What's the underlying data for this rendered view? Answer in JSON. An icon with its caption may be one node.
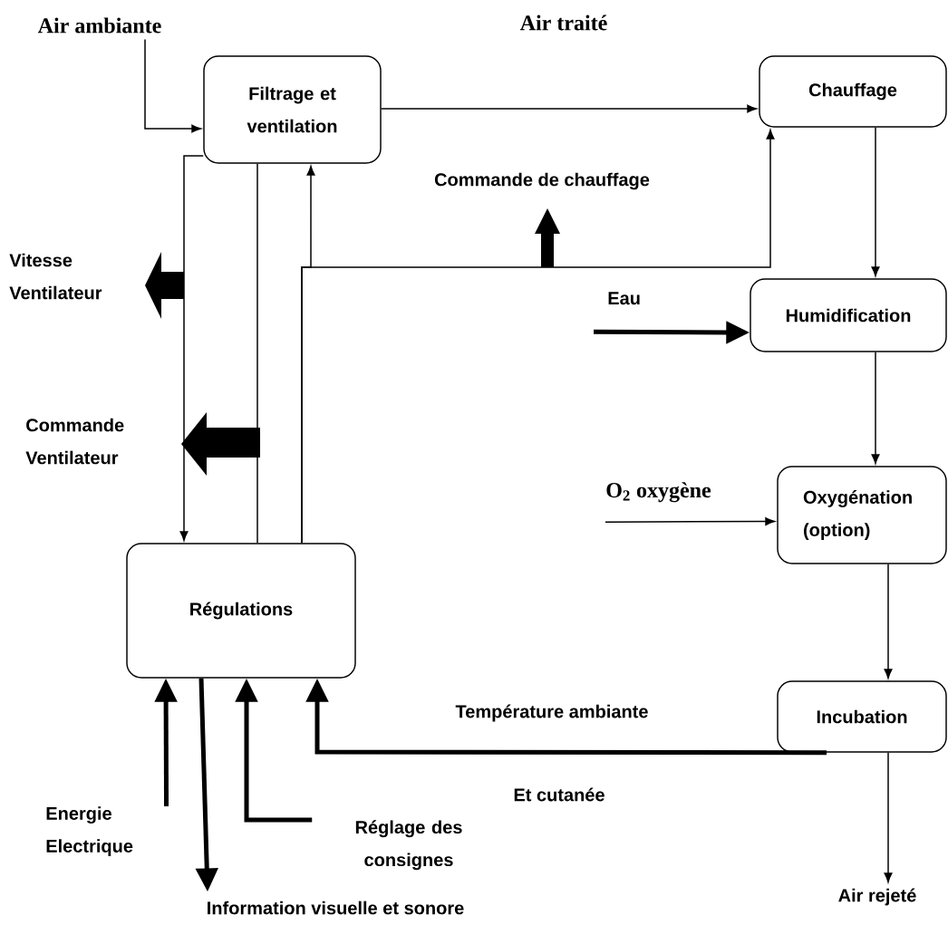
{
  "diagram": {
    "nodes": [
      {
        "text": [
          "Air ambiante"
        ]
      },
      {
        "text": [
          "Filtrage et ventilation"
        ]
      },
      {
        "text": [
          "Chauffage"
        ]
      },
      {
        "text": [
          "Eau"
        ]
      },
      {
        "text": [
          "Humidification"
        ]
      },
      {
        "text": [
          "O$_{2}$ oxygène"
        ]
      },
      {
        "text": [
          "Oxygénation (option)"
        ]
      },
      {
        "text": [
          "Régulations"
        ]
      },
      {
        "text": [
          "Incubation"
        ]
      },
      {
        "text": [
          "Energie Electrique"
        ]
      },
      {
        "text": [
          "Réglage des consignes"
        ]
      },
      {
        "text": [
          "Information visuelle et sonore"
        ]
      },
      {
        "text": [
          "Air rejeté"
        ]
      }
    ],
    "edges": [
      {
        "from": 0,
        "to": 1,
        "arrow": "to"
      },
      {
        "from": 1,
        "to": 2,
        "arrow": "to",
        "label": "Air traité"
      },
      {
        "from": 7,
        "to": 1,
        "arrow": "to"
      },
      {
        "from": 7,
        "to": 2,
        "arrow": "to"
      },
      {
        "from": 1,
        "to": 7,
        "arrow": "to"
      },
      {
        "from": 1,
        "to": 7,
        "arrow": "none"
      },
      {
        "from": 2,
        "to": 4,
        "arrow": "to"
      },
      {
        "from": 3,
        "to": 4,
        "arrow": "to",
        "style": "thick"
      },
      {
        "from": 4,
        "to": 6,
        "arrow": "to"
      },
      {
        "from": 5,
        "to": 6,
        "arrow": "to"
      },
      {
        "from": 6,
        "to": 8,
        "arrow": "to"
      },
      {
        "from": 8,
        "to": 7,
        "arrow": "to",
        "style": "thick",
        "label": "Température ambiante"
      },
      {
        "from": 9,
        "to": 7,
        "arrow": "to",
        "style": "thick"
      },
      {
        "from": 10,
        "to": 7,
        "arrow": "to",
        "style": "thick"
      },
      {
        "from": 7,
        "to": 11,
        "arrow": "to",
        "style": "thick"
      },
      {
        "from": 8,
        "to": 12,
        "arrow": "to"
      }
    ],
    "labels": [
      "Commande de chauffage",
      "Vitesse Ventilateur",
      "Commande Ventilateur",
      "Et cutanée"
    ]
  }
}
